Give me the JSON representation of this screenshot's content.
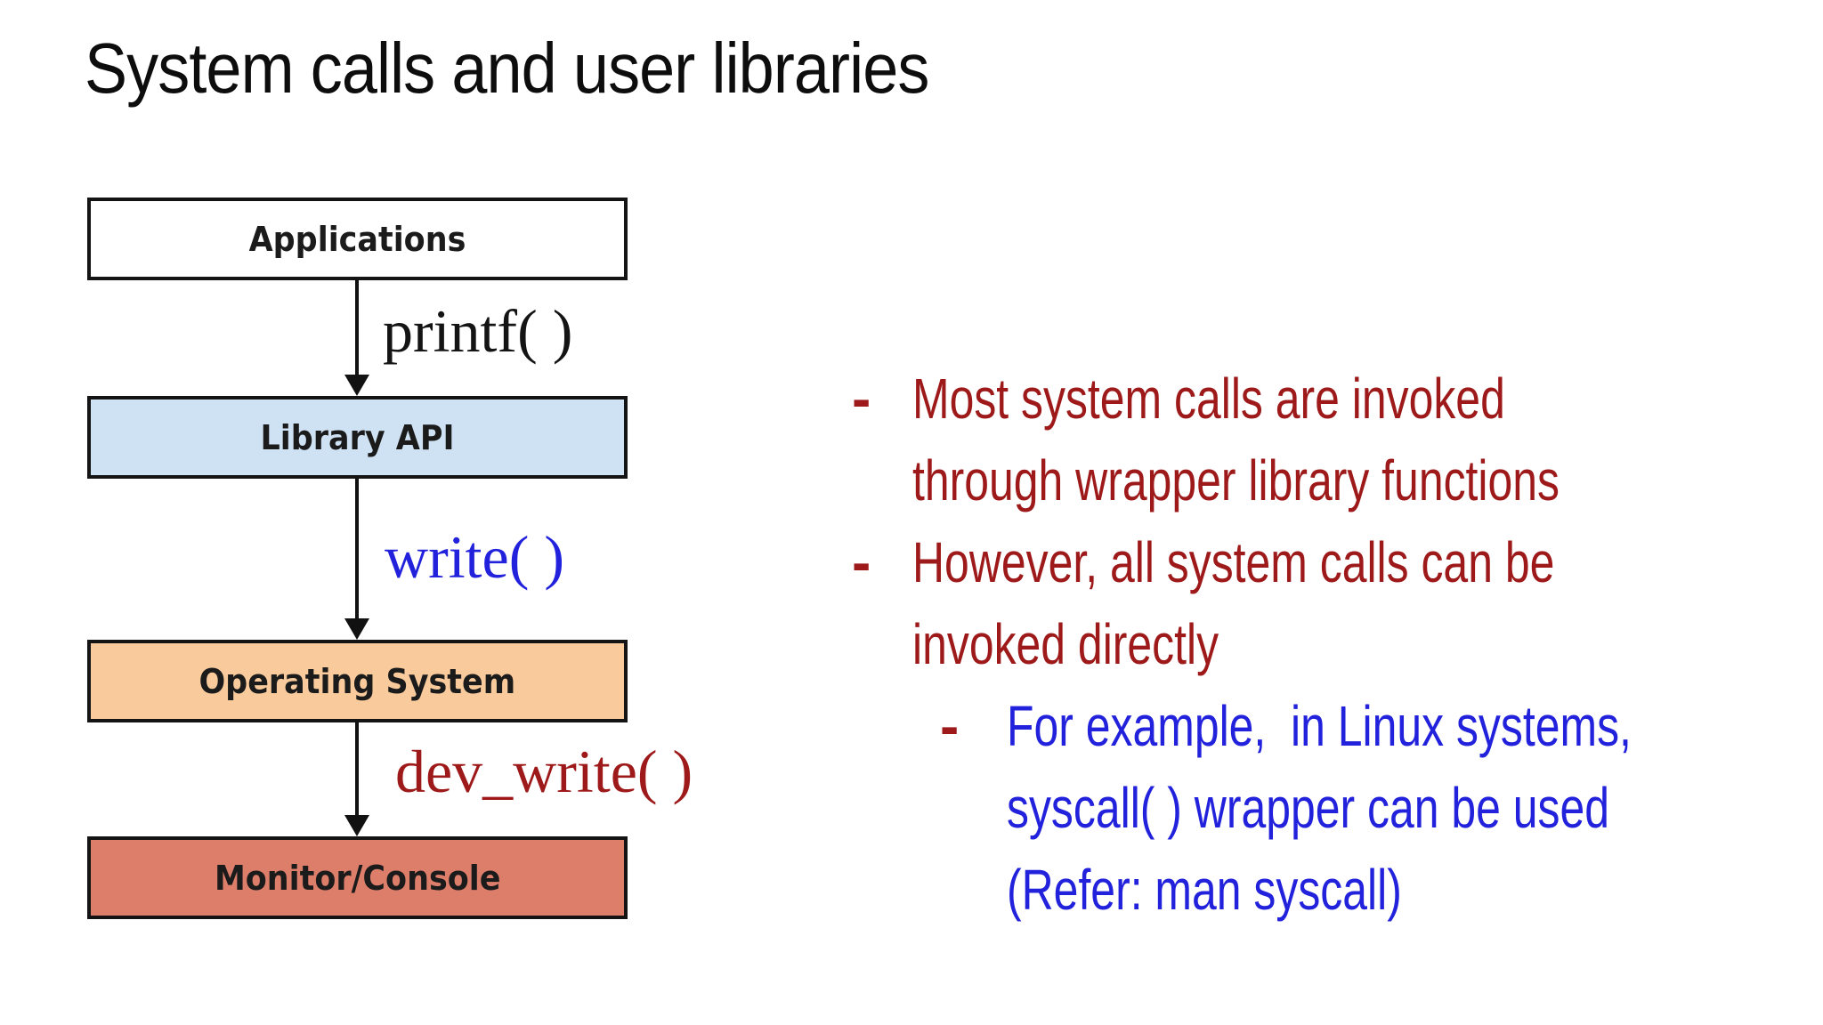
{
  "title": "System calls and user libraries",
  "colors": {
    "background": "#ffffff",
    "title_text": "#0d0d0d",
    "box_border": "#141414",
    "dark_red": "#9e1a1a",
    "blue": "#2222dd",
    "black": "#141414"
  },
  "diagram": {
    "boxes": [
      {
        "label": "Applications",
        "fill": "#ffffff"
      },
      {
        "label": "Library API",
        "fill": "#cfe2f3"
      },
      {
        "label": "Operating System",
        "fill": "#f9cb9c"
      },
      {
        "label": "Monitor/Console",
        "fill": "#dd7e6b"
      }
    ],
    "arrows": [
      {
        "label": "printf( )",
        "color": "#141414"
      },
      {
        "label": "write( )",
        "color": "#2222dd"
      },
      {
        "label": "dev_write( )",
        "color": "#9e1a1a"
      }
    ]
  },
  "notes": {
    "bullets": [
      {
        "marker": "-",
        "marker_color": "#9e1a1a",
        "color": "#9e1a1a",
        "text": "Most system calls are invoked\nthrough wrapper library functions"
      },
      {
        "marker": "-",
        "marker_color": "#9e1a1a",
        "color": "#9e1a1a",
        "text": "However, all system calls can be\ninvoked directly"
      }
    ],
    "sub_bullet": {
      "marker": "-",
      "marker_color": "#9e1a1a",
      "color": "#2222dd",
      "text": "For example,  in Linux systems,\nsyscall( ) wrapper can be used\n(Refer: man syscall)"
    }
  }
}
